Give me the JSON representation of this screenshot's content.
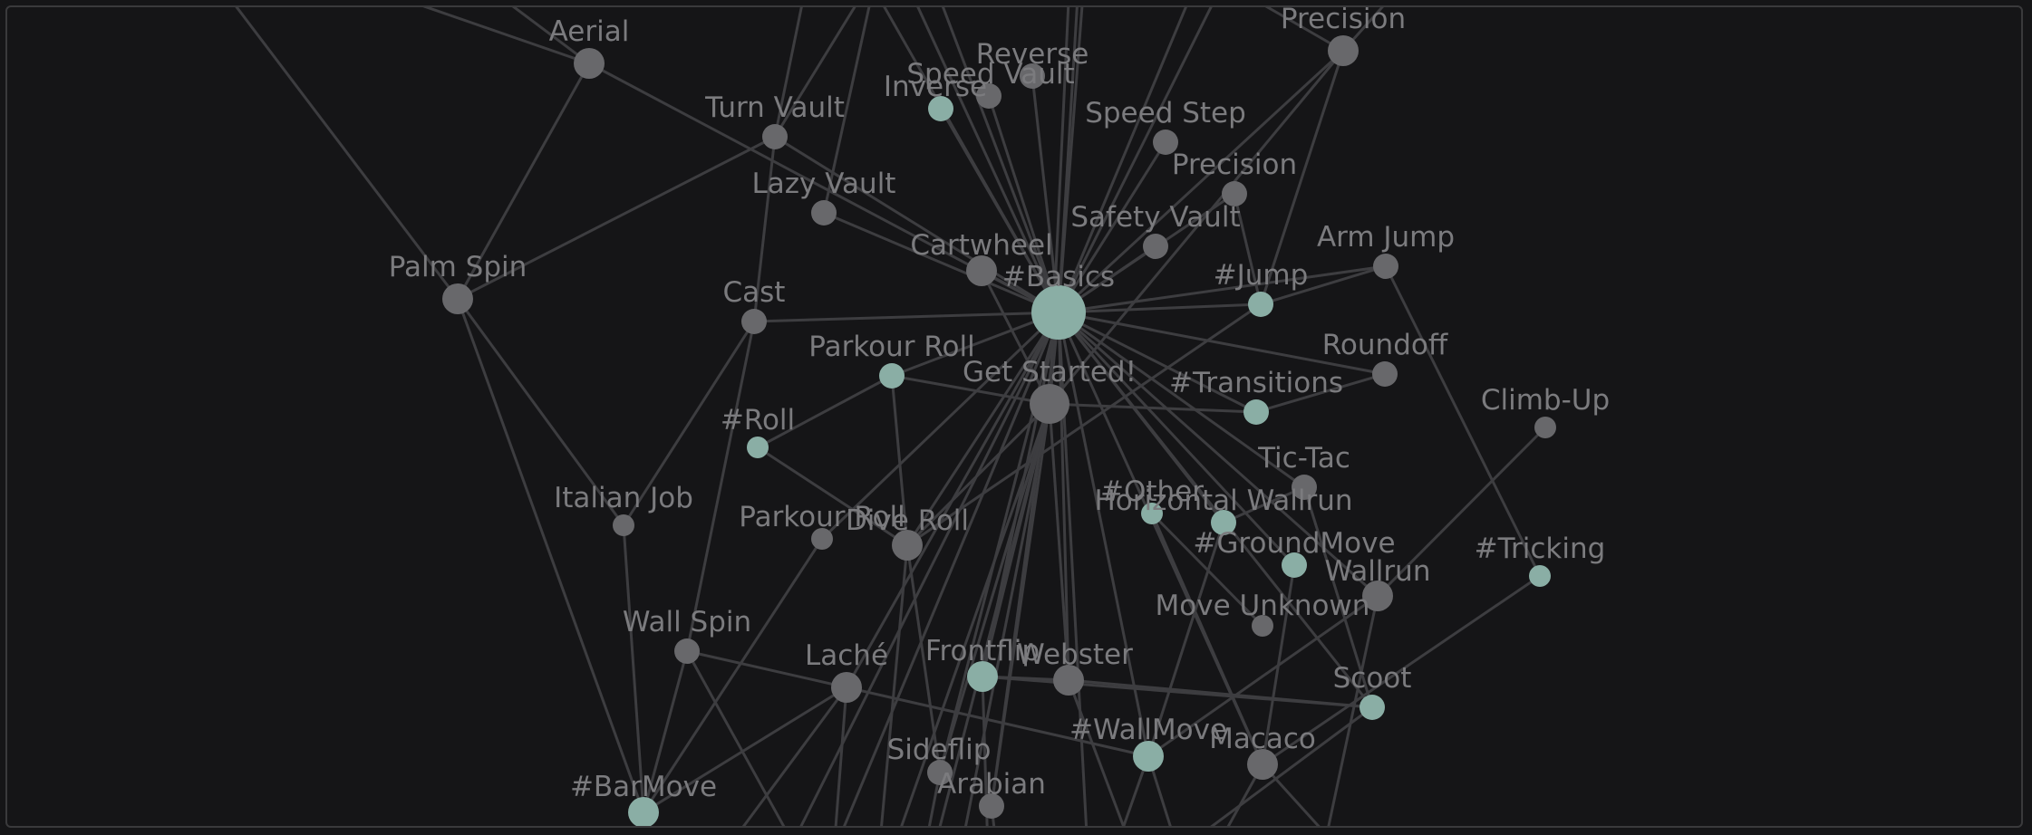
{
  "colors": {
    "background": "#151517",
    "edge": "#3d3d40",
    "node_plain": "#68686b",
    "node_tag": "#8aaea5",
    "label": "#7b7b7e"
  },
  "nodes": [
    {
      "id": "basics",
      "label": "#Basics",
      "kind": "tag",
      "size": "xl"
    },
    {
      "id": "get-started",
      "label": "Get Started!",
      "kind": "plain",
      "size": "lg"
    },
    {
      "id": "aerial",
      "label": "Aerial",
      "kind": "plain",
      "size": "md"
    },
    {
      "id": "precision-top",
      "label": "Precision",
      "kind": "plain",
      "size": "md"
    },
    {
      "id": "reverse",
      "label": "Reverse",
      "kind": "plain",
      "size": "sm"
    },
    {
      "id": "speed-vault",
      "label": "Speed Vault",
      "kind": "plain",
      "size": "sm"
    },
    {
      "id": "inverse",
      "label": "Inverse",
      "kind": "tag",
      "size": "sm"
    },
    {
      "id": "turn-vault",
      "label": "Turn Vault",
      "kind": "plain",
      "size": "sm"
    },
    {
      "id": "speed-step",
      "label": "Speed Step",
      "kind": "plain",
      "size": "sm"
    },
    {
      "id": "precision",
      "label": "Precision",
      "kind": "plain",
      "size": "sm"
    },
    {
      "id": "lazy-vault",
      "label": "Lazy Vault",
      "kind": "plain",
      "size": "sm"
    },
    {
      "id": "safety-vault",
      "label": "Safety Vault",
      "kind": "plain",
      "size": "sm"
    },
    {
      "id": "cartwheel",
      "label": "Cartwheel",
      "kind": "plain",
      "size": "md"
    },
    {
      "id": "arm-jump",
      "label": "Arm Jump",
      "kind": "plain",
      "size": "sm"
    },
    {
      "id": "jump",
      "label": "#Jump",
      "kind": "tag",
      "size": "sm"
    },
    {
      "id": "palm-spin",
      "label": "Palm Spin",
      "kind": "plain",
      "size": "md"
    },
    {
      "id": "cast",
      "label": "Cast",
      "kind": "plain",
      "size": "sm"
    },
    {
      "id": "roundoff",
      "label": "Roundoff",
      "kind": "plain",
      "size": "sm"
    },
    {
      "id": "parkour-roll-top",
      "label": "Parkour Roll",
      "kind": "tag",
      "size": "sm"
    },
    {
      "id": "transitions",
      "label": "#Transitions",
      "kind": "tag",
      "size": "sm"
    },
    {
      "id": "climb-up",
      "label": "Climb-Up",
      "kind": "plain",
      "size": "xs"
    },
    {
      "id": "roll",
      "label": "#Roll",
      "kind": "tag",
      "size": "xs"
    },
    {
      "id": "tic-tac",
      "label": "Tic-Tac",
      "kind": "plain",
      "size": "sm"
    },
    {
      "id": "other",
      "label": "#Other",
      "kind": "tag",
      "size": "xs"
    },
    {
      "id": "horizontal-wallrun",
      "label": "Horizontal Wallrun",
      "kind": "tag",
      "size": "sm"
    },
    {
      "id": "italian-job",
      "label": "Italian Job",
      "kind": "plain",
      "size": "xs"
    },
    {
      "id": "parkour-roll",
      "label": "Parkour Roll",
      "kind": "plain",
      "size": "xs"
    },
    {
      "id": "dive-roll",
      "label": "Dive Roll",
      "kind": "plain",
      "size": "md"
    },
    {
      "id": "groundmove",
      "label": "#GroundMove",
      "kind": "tag",
      "size": "sm"
    },
    {
      "id": "wallrun",
      "label": "Wallrun",
      "kind": "plain",
      "size": "md"
    },
    {
      "id": "tricking",
      "label": "#Tricking",
      "kind": "tag",
      "size": "xs"
    },
    {
      "id": "move-unknown",
      "label": "Move Unknown",
      "kind": "plain",
      "size": "xs"
    },
    {
      "id": "wall-spin",
      "label": "Wall Spin",
      "kind": "plain",
      "size": "sm"
    },
    {
      "id": "frontflip",
      "label": "Frontflip",
      "kind": "tag",
      "size": "md"
    },
    {
      "id": "webster",
      "label": "Webster",
      "kind": "plain",
      "size": "md"
    },
    {
      "id": "lache",
      "label": "Laché",
      "kind": "plain",
      "size": "md"
    },
    {
      "id": "scoot",
      "label": "Scoot",
      "kind": "tag",
      "size": "sm"
    },
    {
      "id": "wallmove",
      "label": "#WallMove",
      "kind": "tag",
      "size": "md"
    },
    {
      "id": "macaco",
      "label": "Macaco",
      "kind": "plain",
      "size": "md"
    },
    {
      "id": "sideflip",
      "label": "Sideflip",
      "kind": "plain",
      "size": "sm"
    },
    {
      "id": "arabian",
      "label": "Arabian",
      "kind": "plain",
      "size": "sm"
    },
    {
      "id": "barmove",
      "label": "#BarMove",
      "kind": "tag",
      "size": "md"
    }
  ],
  "edges": [
    [
      "basics",
      "get-started"
    ],
    [
      "basics",
      "cartwheel"
    ],
    [
      "basics",
      "safety-vault"
    ],
    [
      "basics",
      "precision"
    ],
    [
      "basics",
      "speed-step"
    ],
    [
      "basics",
      "speed-vault"
    ],
    [
      "basics",
      "inverse"
    ],
    [
      "basics",
      "reverse"
    ],
    [
      "basics",
      "precision-top"
    ],
    [
      "basics",
      "arm-jump"
    ],
    [
      "basics",
      "jump"
    ],
    [
      "basics",
      "roundoff"
    ],
    [
      "basics",
      "transitions"
    ],
    [
      "basics",
      "parkour-roll-top"
    ],
    [
      "basics",
      "cast"
    ],
    [
      "basics",
      "lazy-vault"
    ],
    [
      "basics",
      "turn-vault"
    ],
    [
      "basics",
      "aerial"
    ],
    [
      "basics",
      "tic-tac"
    ],
    [
      "basics",
      "wallrun"
    ],
    [
      "basics",
      "horizontal-wallrun"
    ],
    [
      "basics",
      "dive-roll"
    ],
    [
      "basics",
      "webster"
    ],
    [
      "basics",
      "frontflip"
    ],
    [
      "basics",
      "sideflip"
    ],
    [
      "basics",
      "arabian"
    ],
    [
      "basics",
      "wallmove"
    ],
    [
      "basics",
      "macaco"
    ],
    [
      "basics",
      "scoot"
    ],
    [
      "basics",
      "groundmove"
    ],
    [
      "basics",
      "parkour-roll"
    ],
    [
      "basics",
      "lache"
    ],
    [
      "get-started",
      "parkour-roll-top"
    ],
    [
      "get-started",
      "transitions"
    ],
    [
      "get-started",
      "frontflip"
    ],
    [
      "get-started",
      "webster"
    ],
    [
      "get-started",
      "sideflip"
    ],
    [
      "get-started",
      "arabian"
    ],
    [
      "get-started",
      "cartwheel"
    ],
    [
      "get-started",
      "precision-top"
    ],
    [
      "get-started",
      "dive-roll"
    ],
    [
      "aerial",
      "palm-spin"
    ],
    [
      "turn-vault",
      "palm-spin"
    ],
    [
      "turn-vault",
      "cast"
    ],
    [
      "cast",
      "italian-job"
    ],
    [
      "cast",
      "wall-spin"
    ],
    [
      "palm-spin",
      "italian-job"
    ],
    [
      "palm-spin",
      "barmove"
    ],
    [
      "italian-job",
      "barmove"
    ],
    [
      "wall-spin",
      "barmove"
    ],
    [
      "wall-spin",
      "lache"
    ],
    [
      "lache",
      "wallmove"
    ],
    [
      "lache",
      "barmove"
    ],
    [
      "roll",
      "parkour-roll-top"
    ],
    [
      "roll",
      "dive-roll"
    ],
    [
      "parkour-roll-top",
      "dive-roll"
    ],
    [
      "parkour-roll",
      "barmove"
    ],
    [
      "precision",
      "jump"
    ],
    [
      "jump",
      "arm-jump"
    ],
    [
      "arm-jump",
      "tricking"
    ],
    [
      "climb-up",
      "wallrun"
    ],
    [
      "tricking",
      "macaco"
    ],
    [
      "roundoff",
      "transitions"
    ],
    [
      "tic-tac",
      "horizontal-wallrun"
    ],
    [
      "horizontal-wallrun",
      "wallmove"
    ],
    [
      "other",
      "macaco"
    ],
    [
      "groundmove",
      "macaco"
    ],
    [
      "wallrun",
      "wallmove"
    ],
    [
      "frontflip",
      "scoot"
    ],
    [
      "webster",
      "scoot"
    ],
    [
      "frontflip",
      "webster"
    ],
    [
      "precision-top",
      "jump"
    ],
    [
      "dive-roll",
      "sideflip"
    ],
    [
      "jump",
      "dive-roll"
    ],
    [
      "move-unknown",
      "other"
    ],
    [
      "tic-tac",
      "scoot"
    ]
  ]
}
